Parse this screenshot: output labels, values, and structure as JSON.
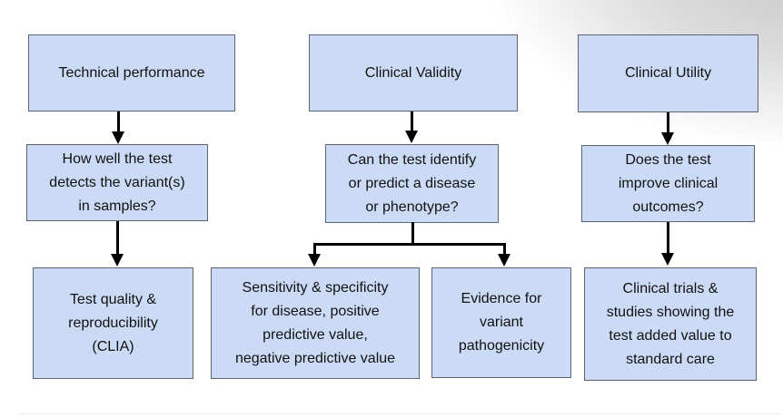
{
  "colors": {
    "node_fill": "#ccdbf5",
    "node_border": "#5d6470",
    "arrow_color": "#000000",
    "text_color": "#111111",
    "corner_shade": "#c6c6c6"
  },
  "nodes": {
    "technical_performance": {
      "label": "Technical performance"
    },
    "technical_question": {
      "label": "How well the test\ndetects the variant(s)\nin samples?"
    },
    "technical_outcome": {
      "label": "Test quality &\nreproducibility\n(CLIA)"
    },
    "clinical_validity": {
      "label": "Clinical Validity"
    },
    "validity_question": {
      "label": "Can the test identify\nor predict a disease\nor phenotype?"
    },
    "validity_outcome_left": {
      "label": "Sensitivity & specificity\nfor disease, positive\npredictive value,\nnegative predictive value"
    },
    "validity_outcome_right": {
      "label": "Evidence for\nvariant\npathogenicity"
    },
    "clinical_utility": {
      "label": "Clinical Utility"
    },
    "utility_question": {
      "label": "Does the test\nimprove clinical\noutcomes?"
    },
    "utility_outcome": {
      "label": "Clinical trials &\nstudies showing the\ntest added value to\nstandard care"
    }
  },
  "edges": [
    {
      "from": "technical_performance",
      "to": "technical_question"
    },
    {
      "from": "technical_question",
      "to": "technical_outcome"
    },
    {
      "from": "clinical_validity",
      "to": "validity_question"
    },
    {
      "from": "validity_question",
      "to": "validity_outcome_left"
    },
    {
      "from": "validity_question",
      "to": "validity_outcome_right"
    },
    {
      "from": "clinical_utility",
      "to": "utility_question"
    },
    {
      "from": "utility_question",
      "to": "utility_outcome"
    }
  ]
}
